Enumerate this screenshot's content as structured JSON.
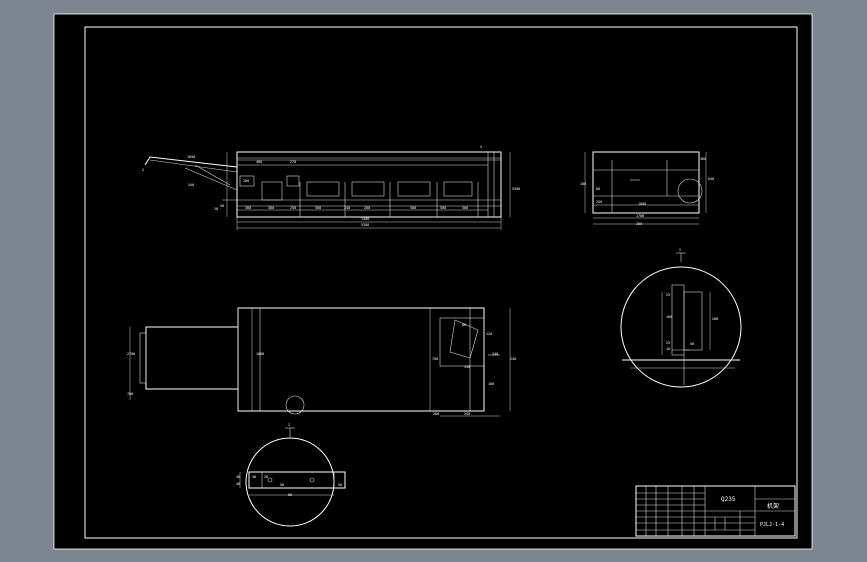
{
  "colors": {
    "background": "#7d8591",
    "sheet": "#000000",
    "lines": "#ffffff"
  },
  "title_block": {
    "material": "Q235",
    "part_name": "机架",
    "drawing_no": "PJLJ-1-4"
  },
  "labels": {
    "section_top": "I",
    "section_bottom": "I"
  },
  "dims_front": [
    "1050",
    "480",
    "270",
    "200",
    "2",
    "540",
    "300",
    "300",
    "250",
    "500",
    "240",
    "200",
    "500",
    "500",
    "500",
    "50",
    "20",
    "4",
    "1400",
    "5300",
    "5300"
  ],
  "dims_side": [
    "300",
    "640",
    "60",
    "180",
    "250",
    "1000",
    "1700",
    "200"
  ],
  "dims_plan": [
    "2700",
    "700",
    "1000",
    "700",
    "80",
    "120",
    "240",
    "150",
    "100",
    "240",
    "260",
    "240"
  ],
  "dims_detail_right": [
    "25",
    "100",
    "25",
    "200",
    "10",
    "50"
  ],
  "dims_detail_bottom": [
    "40",
    "40",
    "40",
    "20",
    "50",
    "50",
    "80"
  ]
}
